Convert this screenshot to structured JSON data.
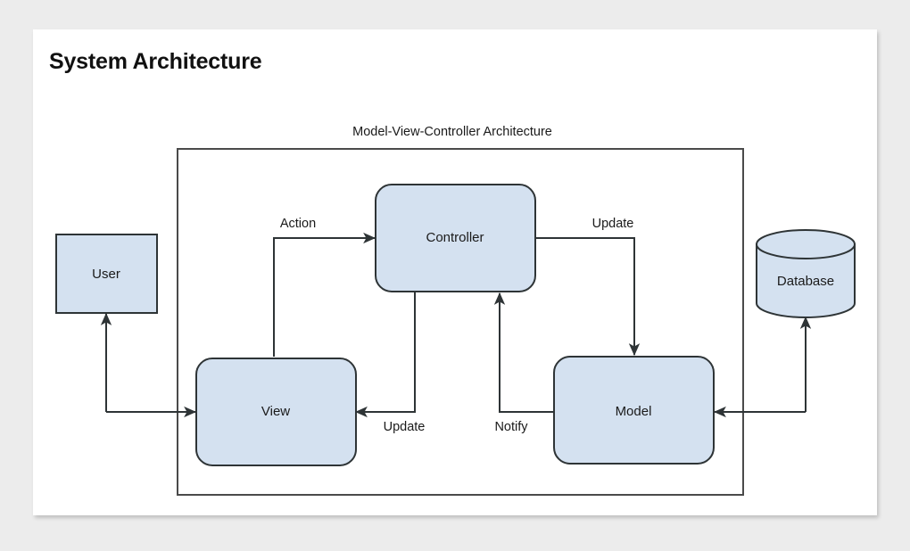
{
  "page": {
    "title": "System Architecture",
    "background_color": "#ececec",
    "card_color": "#ffffff"
  },
  "diagram": {
    "group_title": "Model-View-Controller Architecture",
    "node_fill": "#d4e1f0",
    "node_stroke": "#2e3436",
    "nodes": [
      {
        "id": "user",
        "label": "User",
        "shape": "rectangle"
      },
      {
        "id": "controller",
        "label": "Controller",
        "shape": "rounded-rectangle"
      },
      {
        "id": "view",
        "label": "View",
        "shape": "rounded-rectangle"
      },
      {
        "id": "model",
        "label": "Model",
        "shape": "rounded-rectangle"
      },
      {
        "id": "database",
        "label": "Database",
        "shape": "cylinder"
      }
    ],
    "edges": [
      {
        "id": "view-controller",
        "label": "Action",
        "from": "view",
        "to": "controller"
      },
      {
        "id": "controller-model",
        "label": "Update",
        "from": "controller",
        "to": "model"
      },
      {
        "id": "controller-view",
        "label": "Update",
        "from": "controller",
        "to": "view"
      },
      {
        "id": "model-controller",
        "label": "Notify",
        "from": "model",
        "to": "controller"
      },
      {
        "id": "view-user",
        "label": "",
        "from": "view",
        "to": "user"
      },
      {
        "id": "user-view",
        "label": "",
        "from": "user",
        "to": "view"
      },
      {
        "id": "model-database",
        "label": "",
        "from": "model",
        "to": "database"
      },
      {
        "id": "database-model",
        "label": "",
        "from": "database",
        "to": "model"
      }
    ]
  }
}
